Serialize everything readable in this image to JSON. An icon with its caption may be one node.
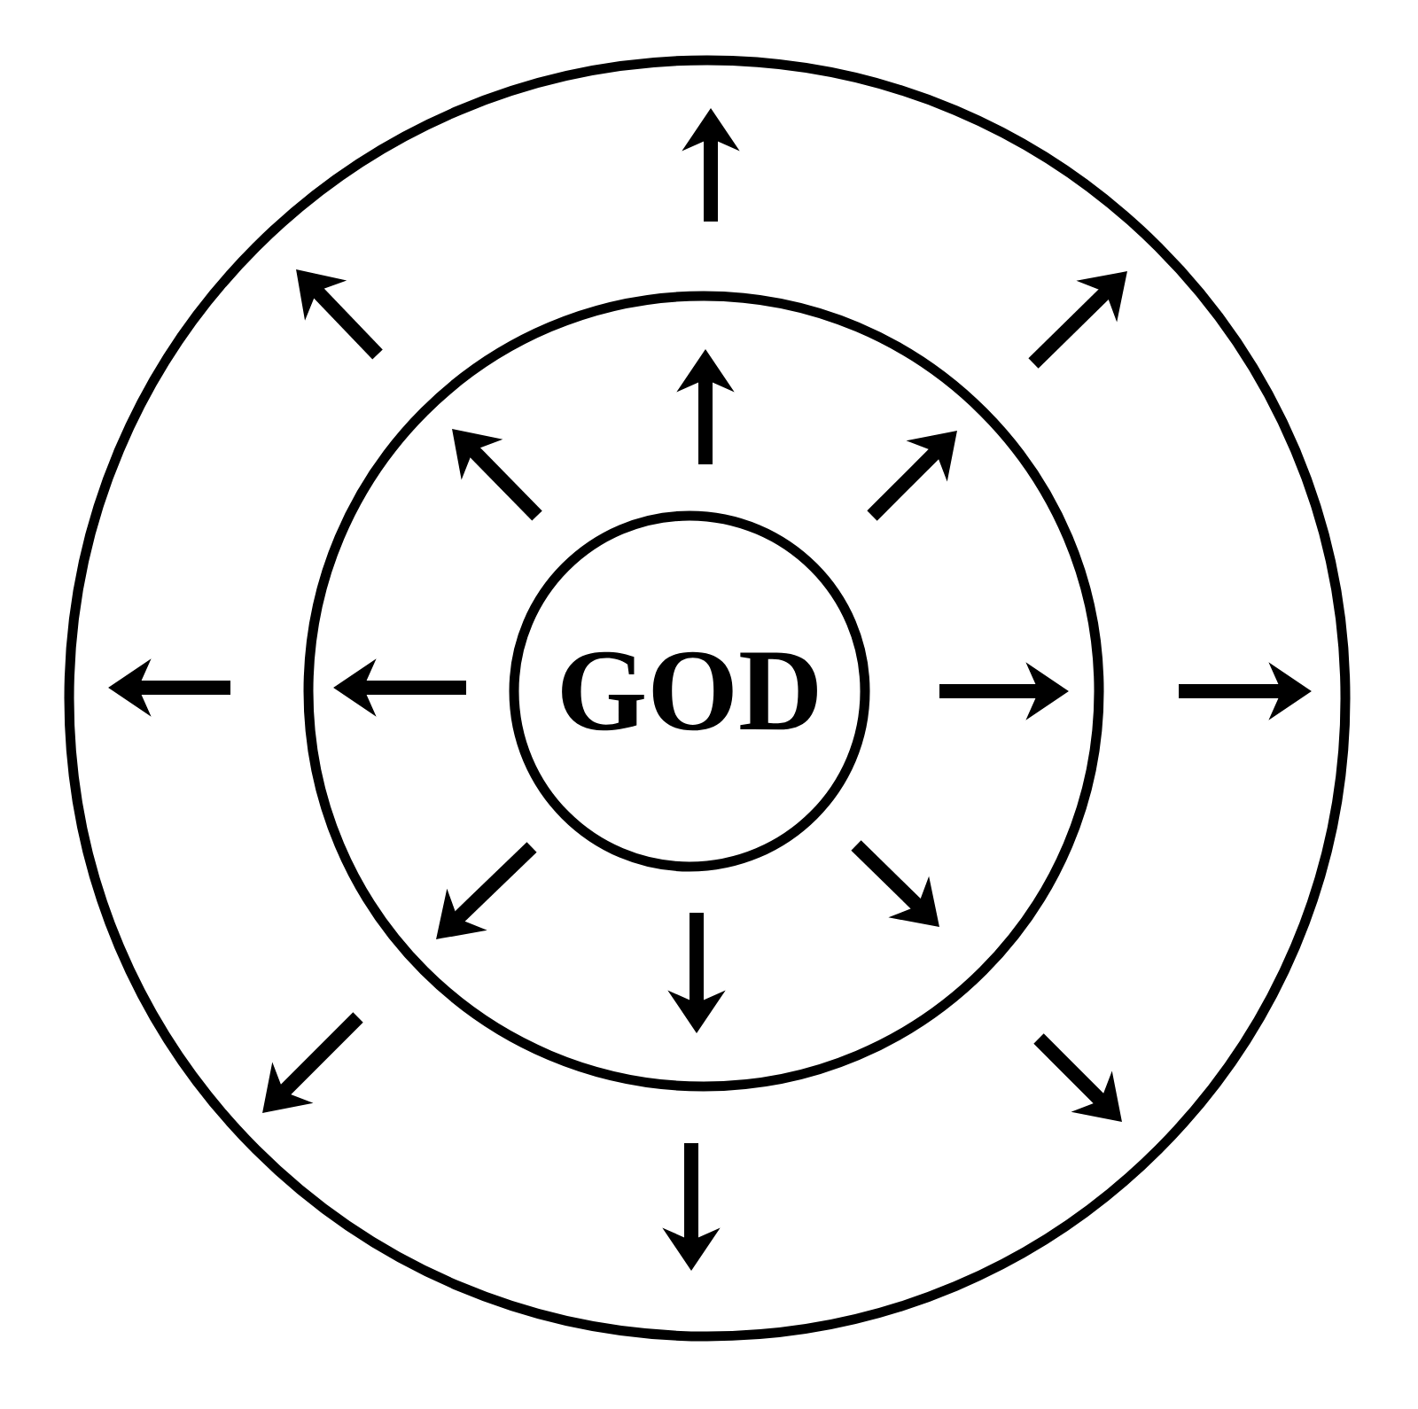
{
  "diagram": {
    "nodes": [
      {
        "text": [],
        "shape": "circle"
      },
      {
        "text": [],
        "shape": "circle",
        "in": 0
      },
      {
        "text": [
          "GOD"
        ],
        "in": 1
      }
    ]
  }
}
